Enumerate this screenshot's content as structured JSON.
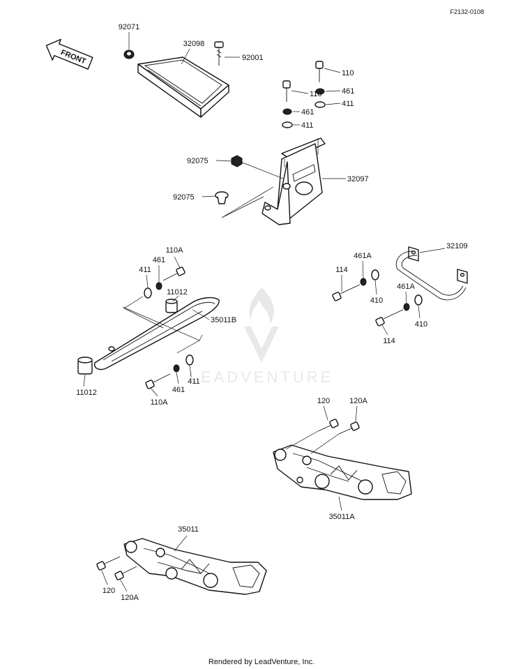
{
  "figure_code": "F2132-0108",
  "front_arrow_label": "FRONT",
  "watermark_text": "LEADVENTURE",
  "footer": "Rendered by LeadVenture, Inc.",
  "callouts": {
    "c92071": "92071",
    "c32098": "32098",
    "c92001": "92001",
    "c110_right": "110",
    "c110_left": "110",
    "c461_right": "461",
    "c411_right": "411",
    "c461_left": "461",
    "c411_left": "411",
    "c92075_top": "92075",
    "c92075_bottom": "92075",
    "c32097": "32097",
    "c110A_top": "110A",
    "c461_mid_top": "461",
    "c411_mid_top": "411",
    "c11012_top": "11012",
    "c35011B": "35011B",
    "c11012_bottom": "11012",
    "c110A_bottom": "110A",
    "c461_mid_bottom": "461",
    "c411_mid_bottom": "411",
    "c461A_top": "461A",
    "c32109": "32109",
    "c114_top": "114",
    "c410_top": "410",
    "c461A_bottom": "461A",
    "c114_bottom": "114",
    "c410_bottom": "410",
    "c120_top": "120",
    "c120A_top": "120A",
    "c35011A": "35011A",
    "c35011": "35011",
    "c120_bottom": "120",
    "c120A_bottom": "120A"
  }
}
